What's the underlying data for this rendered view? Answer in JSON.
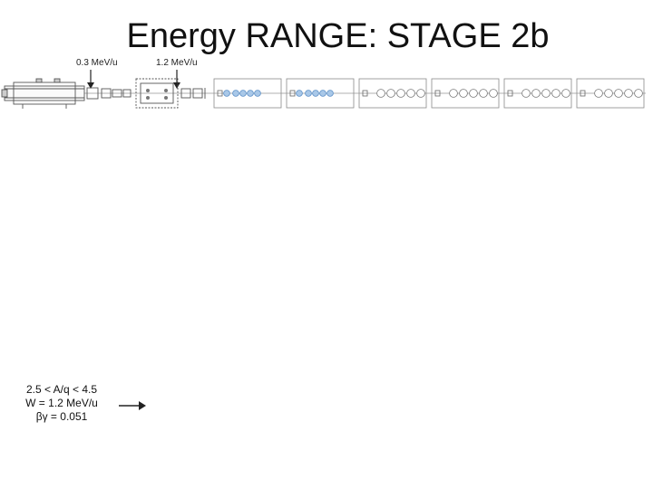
{
  "title": "Energy RANGE: STAGE 2b",
  "energy_labels": [
    "0.3 MeV/u",
    "1.2 MeV/u"
  ],
  "beam_parameters": {
    "aq_range": "2.5 < A/q < 4.5",
    "energy": "W = 1.2 MeV/u",
    "beta_gamma": "βγ = 0.051"
  },
  "colors": {
    "cavity_filled": "#a9c8e8",
    "cavity_edge": "#5b8fc7",
    "outline": "#8a8a8a",
    "line": "#222222"
  },
  "cryomodules": {
    "filled": 2,
    "empty": 4,
    "cavities_per_module": 5
  }
}
